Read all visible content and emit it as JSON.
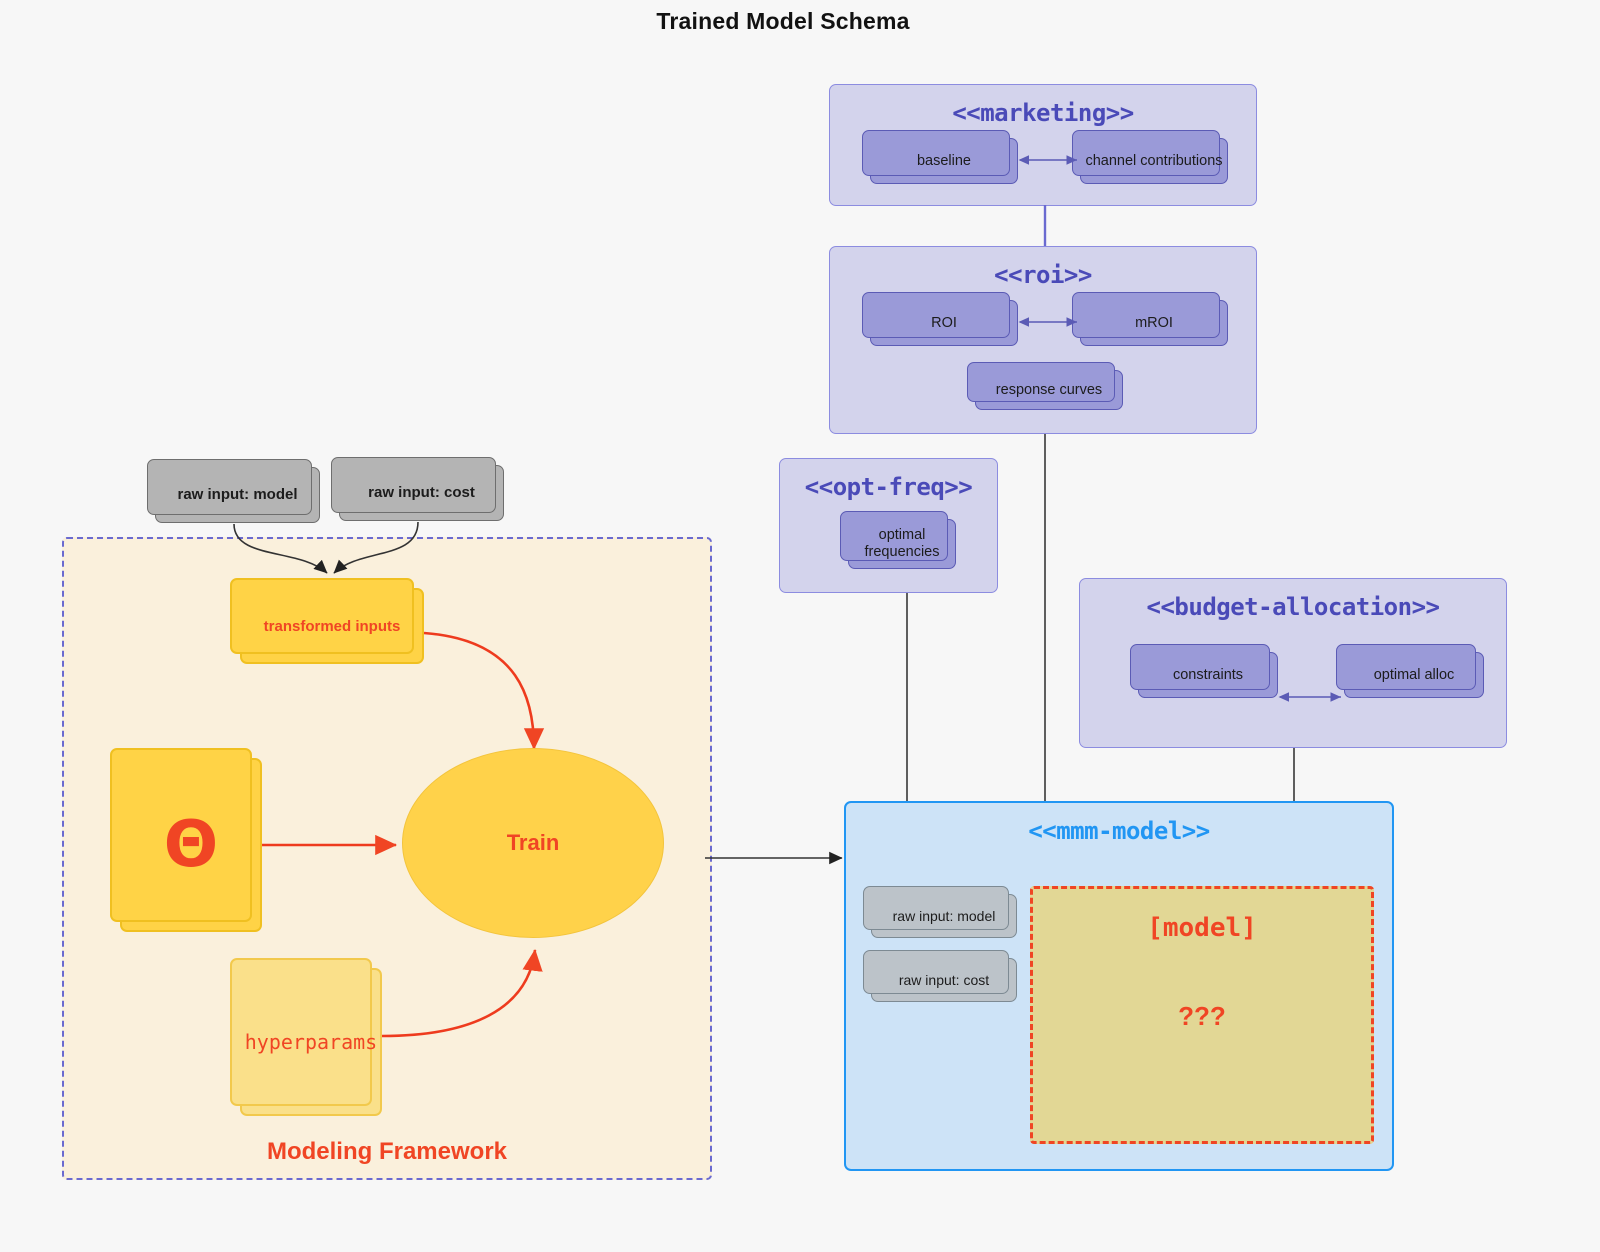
{
  "title": "Trained Model Schema",
  "packages": {
    "marketing": {
      "name": "<<marketing>>",
      "items": [
        {
          "label": "baseline"
        },
        {
          "label": "channel contributions"
        }
      ]
    },
    "roi": {
      "name": "<<roi>>",
      "items": [
        {
          "label": "ROI"
        },
        {
          "label": "mROI"
        },
        {
          "label": "response curves"
        }
      ]
    },
    "opt_freq": {
      "name": "<<opt-freq>>",
      "items": [
        {
          "label": "optimal\nfrequencies"
        }
      ]
    },
    "budget_allocation": {
      "name": "<<budget-allocation>>",
      "items": [
        {
          "label": "constraints"
        },
        {
          "label": "optimal alloc"
        }
      ]
    },
    "mmm_model": {
      "name": "<<mmm-model>>",
      "inputs": [
        {
          "label": "raw input: model"
        },
        {
          "label": "raw input: cost"
        }
      ],
      "model_placeholder": {
        "title": "[model]",
        "unknown": "???"
      }
    }
  },
  "modeling_framework": {
    "label": "Modeling Framework",
    "raw_inputs": [
      {
        "label": "raw input: model"
      },
      {
        "label": "raw input: cost"
      }
    ],
    "transformed_inputs": {
      "label": "transformed inputs"
    },
    "theta": {
      "label": "Θ"
    },
    "hyperparams": {
      "label": "hyperparams"
    },
    "train": {
      "label": "Train"
    }
  },
  "colors": {
    "background": "#f7f7f7",
    "package_purple_fill": "#d3d3ec",
    "package_purple_border": "#8c8ce0",
    "card_purple_fill": "#9a9ad8",
    "card_purple_border": "#5b5bb5",
    "package_blue_fill": "#cde3f7",
    "package_blue_border": "#2196f3",
    "stereotype_purple_text": "#4a4ab8",
    "stereotype_blue_text": "#2196f3",
    "accent_red": "#f04524",
    "yellow_fill": "#ffd346",
    "yellow_border": "#f0c020",
    "yellow_pale_fill": "#fae08a",
    "framework_fill": "#faf0dc",
    "framework_border": "#6a6ad0",
    "gray_fill": "#b4b4b4",
    "gray_border": "#6e6e6e",
    "model_fill": "#e2d795",
    "connector_gray": "#4d4d4d"
  }
}
